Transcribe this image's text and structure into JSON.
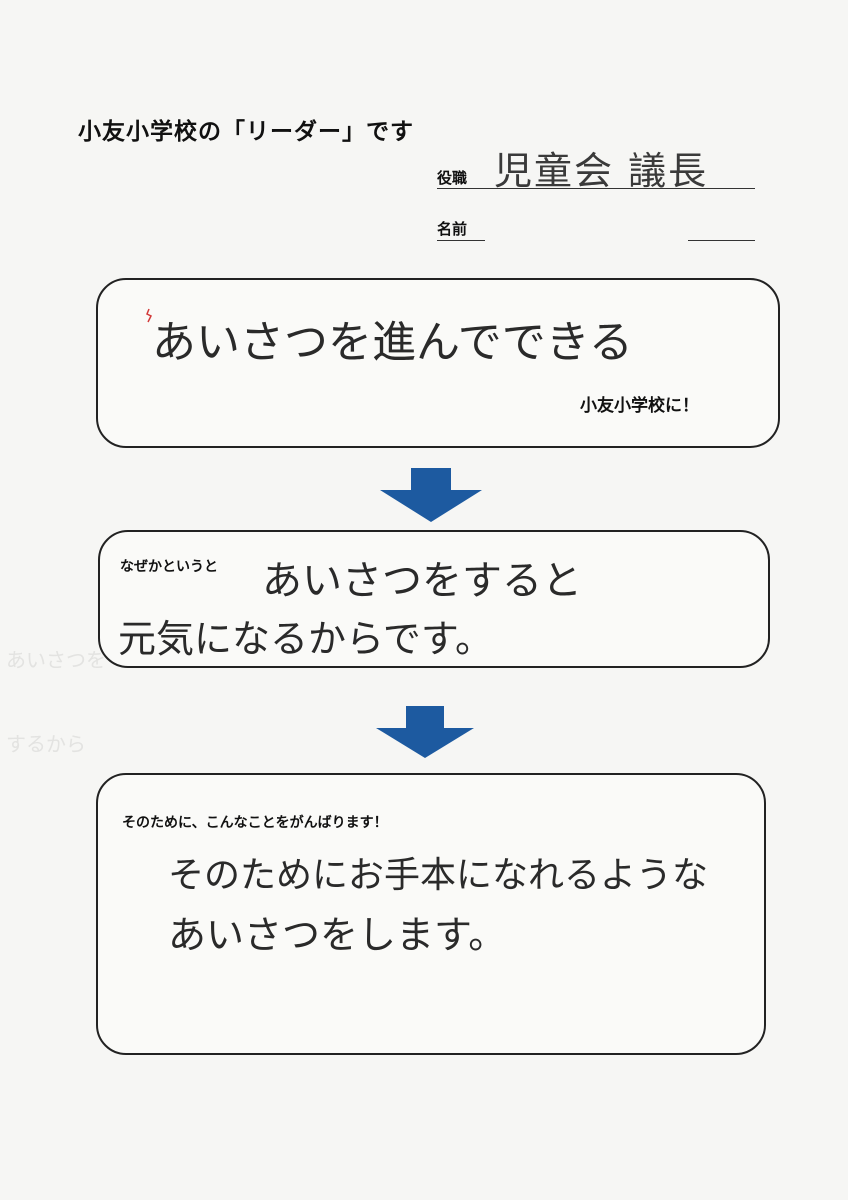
{
  "header": {
    "title": "小友小学校の「リーダー」です",
    "role_label": "役職",
    "role_value": "児童会 議長",
    "name_label": "名前",
    "name_value": ""
  },
  "goal_box": {
    "handwritten": "あいさつを進んでできる",
    "suffix": "小友小学校に！"
  },
  "reason_box": {
    "prompt": "なぜかというと",
    "handwritten_line1": "あいさつをすると",
    "handwritten_line2": "元気になるからです。"
  },
  "action_box": {
    "prompt": "そのために、こんなことをがんばります！",
    "handwritten_line1": "そのためにお手本になれるような",
    "handwritten_line2": "あいさつをします。"
  },
  "show_through": {
    "line1": "あいさつを",
    "line2": "するから"
  },
  "colors": {
    "arrow": "#1d5aa0",
    "border": "#222222",
    "ink": "#2a2a2a",
    "correction_mark": "#d23a3a"
  }
}
